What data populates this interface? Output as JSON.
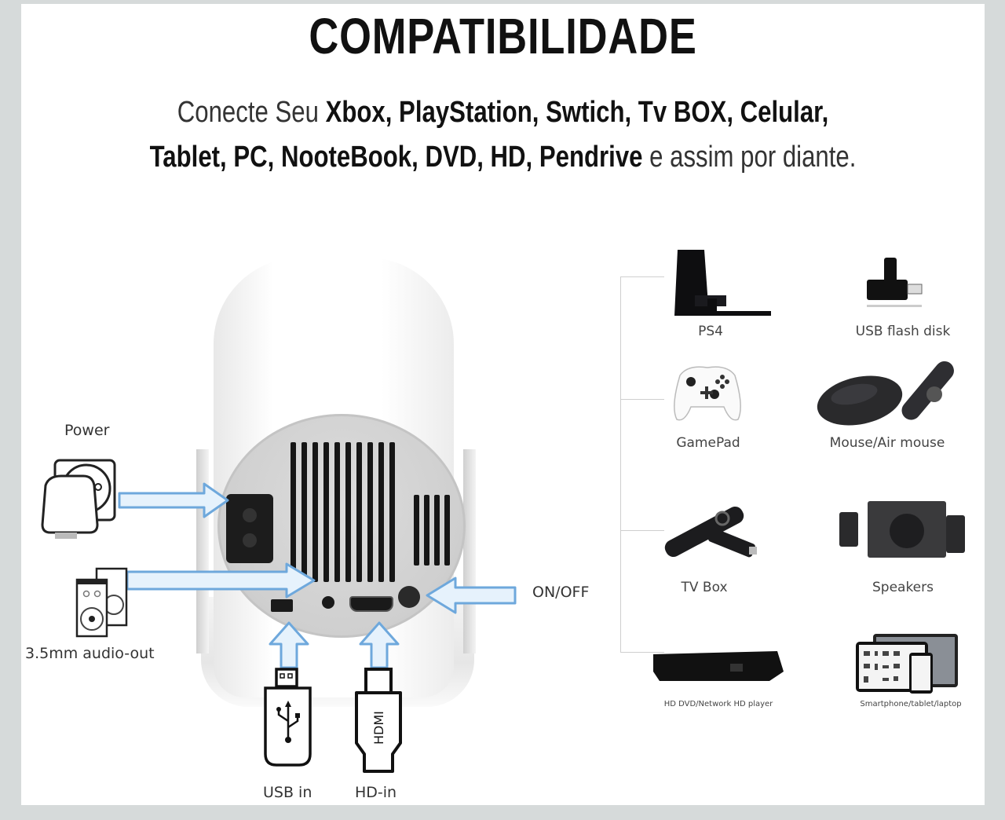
{
  "header": {
    "title": "COMPATIBILIDADE",
    "subtitle_line1": [
      {
        "text": "Conecte Seu ",
        "weight": "light"
      },
      {
        "text": "Xbox, PlayStation, Swtich, Tv BOX,  Celular,",
        "weight": "bold"
      }
    ],
    "subtitle_line2": [
      {
        "text": "Tablet, PC, NooteBook, DVD, HD, Pendrive",
        "weight": "bold"
      },
      {
        "text": " e assim por diante.",
        "weight": "light"
      }
    ]
  },
  "projector": {
    "ports": {
      "power": {
        "label": "Power",
        "icon": "power-plug-socket-icon"
      },
      "audio": {
        "label": "3.5mm audio-out",
        "icon": "speakers-icon"
      },
      "onoff": {
        "label": "ON/OFF",
        "icon": "arrow-left-icon"
      },
      "usb": {
        "label": "USB in",
        "icon": "usb-drive-icon"
      },
      "hdmi": {
        "label": "HD-in",
        "icon": "hdmi-plug-icon",
        "plug_text": "HDMI"
      }
    },
    "arrow_color": "#6ea8dc"
  },
  "devices": [
    {
      "label": "PS4",
      "icon": "ps4-console-icon"
    },
    {
      "label": "USB flash disk",
      "icon": "usb-flash-disk-icon"
    },
    {
      "label": "GamePad",
      "icon": "gamepad-icon"
    },
    {
      "label": "Mouse/Air mouse",
      "icon": "mouse-air-mouse-icon"
    },
    {
      "label": "TV Box",
      "icon": "tv-box-stick-icon"
    },
    {
      "label": "Speakers",
      "icon": "speakers-system-icon"
    },
    {
      "label": "HD DVD/Network HD player",
      "icon": "dvd-player-icon"
    },
    {
      "label": "Smartphone/tablet/laptop",
      "icon": "multi-device-icon"
    }
  ],
  "colors": {
    "background": "#d6dada",
    "canvas": "#ffffff",
    "arrow_fill": "#e6f2fc",
    "arrow_stroke": "#6ea8dc"
  }
}
